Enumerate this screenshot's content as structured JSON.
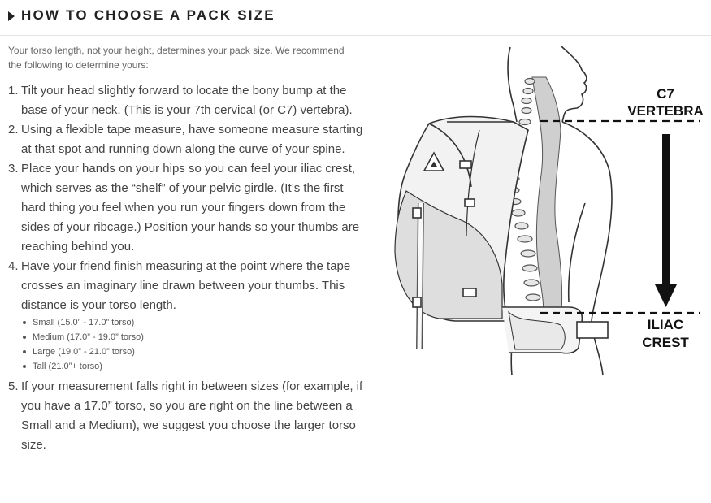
{
  "header": {
    "title": "HOW TO CHOOSE A PACK SIZE"
  },
  "intro": "Your torso length, not your height, determines your pack size. We recommend the following to determine yours:",
  "steps": [
    {
      "num": "1.",
      "text": "Tilt your head slightly forward to locate the bony bump at the base of your neck. (This is your 7th cervical (or C7) vertebra)."
    },
    {
      "num": "2.",
      "text": "Using a flexible tape measure, have someone measure starting at that spot and running down along the curve of your spine."
    },
    {
      "num": "3.",
      "text": "Place your hands on your hips so you can feel your iliac crest, which serves as the “shelf” of your pelvic girdle. (It’s the first hard thing you feel when you run your fingers down from the sides of your ribcage.) Position your hands so your thumbs are reaching behind you."
    },
    {
      "num": "4.",
      "text": "Have your friend finish measuring at the point where the tape crosses an imaginary line drawn between your thumbs. This distance is your torso length."
    },
    {
      "num": "5.",
      "text": "If your measurement falls right in between sizes (for example, if you have a 17.0” torso, so you are right on the line between a Small and a Medium), we suggest you choose the larger torso size."
    }
  ],
  "sizes": [
    "Small (15.0” - 17.0” torso)",
    "Medium (17.0” - 19.0” torso)",
    "Large (19.0” - 21.0” torso)",
    "Tall (21.0”+ torso)"
  ],
  "illustration": {
    "top_label_line1": "C7",
    "top_label_line2": "VERTEBRA",
    "bottom_label_line1": "ILIAC",
    "bottom_label_line2": "CREST"
  }
}
